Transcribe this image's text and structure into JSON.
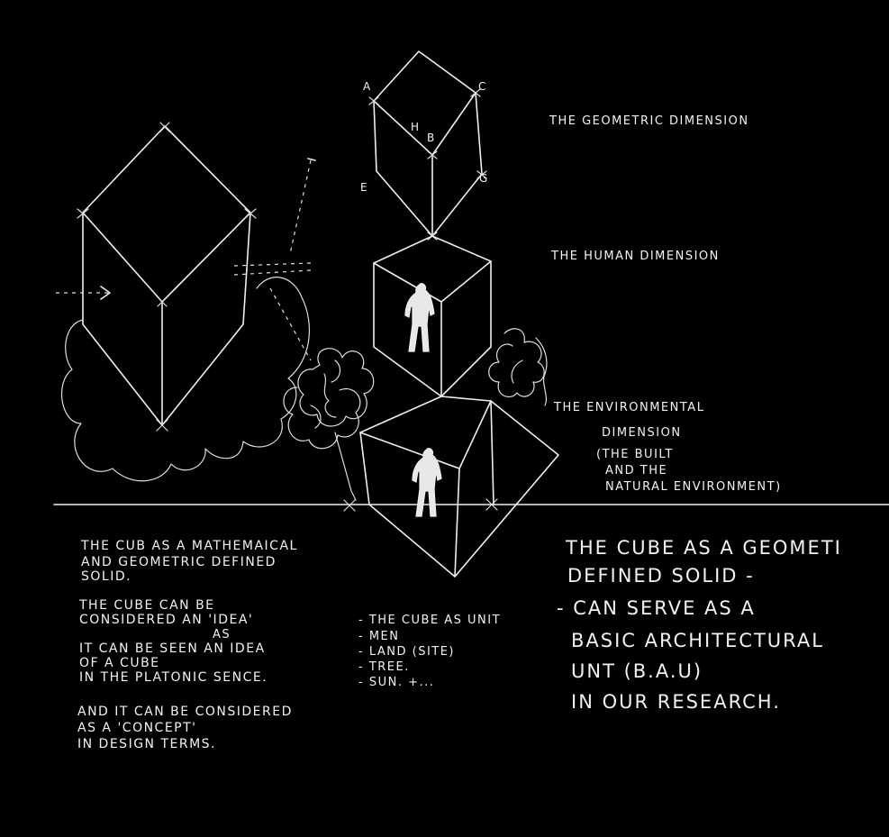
{
  "cube_vertex_labels": [
    "A",
    "C",
    "H",
    "B",
    "E",
    "G"
  ],
  "dimension_labels": {
    "geometric": "THE GEOMETRIC DIMENSION",
    "human": "THE HUMAN DIMENSION",
    "environmental": [
      "THE ENVIRONMENTAL",
      "DIMENSION",
      "(THE BUILT",
      "AND THE",
      "NATURAL ENVIRONMENT)"
    ]
  },
  "notes_left": {
    "block1": [
      "THE CUB AS A MATHEMAICAL",
      "AND GEOMETRIC DEFINED",
      "SOLID."
    ],
    "block2": [
      "THE CUBE CAN BE",
      "CONSIDERED AN 'IDEA'",
      "AS",
      "IT CAN BE SEEN AN IDEA",
      "OF A CUBE",
      "IN THE PLATONIC SENCE."
    ],
    "block3": [
      "AND IT CAN BE CONSIDERED",
      "AS A 'CONCEPT'",
      "IN DESIGN TERMS."
    ]
  },
  "notes_middle": [
    "- THE CUBE AS UNIT",
    "- MEN",
    "- LAND (SITE)",
    "- TREE.",
    "- SUN. +..."
  ],
  "notes_right": [
    "THE CUBE AS A GEOMETI",
    "DEFINED SOLID -",
    "- CAN SERVE AS A",
    "BASIC ARCHITECTURAL",
    "UNT (B.A.U)",
    "IN OUR RESEARCH."
  ]
}
